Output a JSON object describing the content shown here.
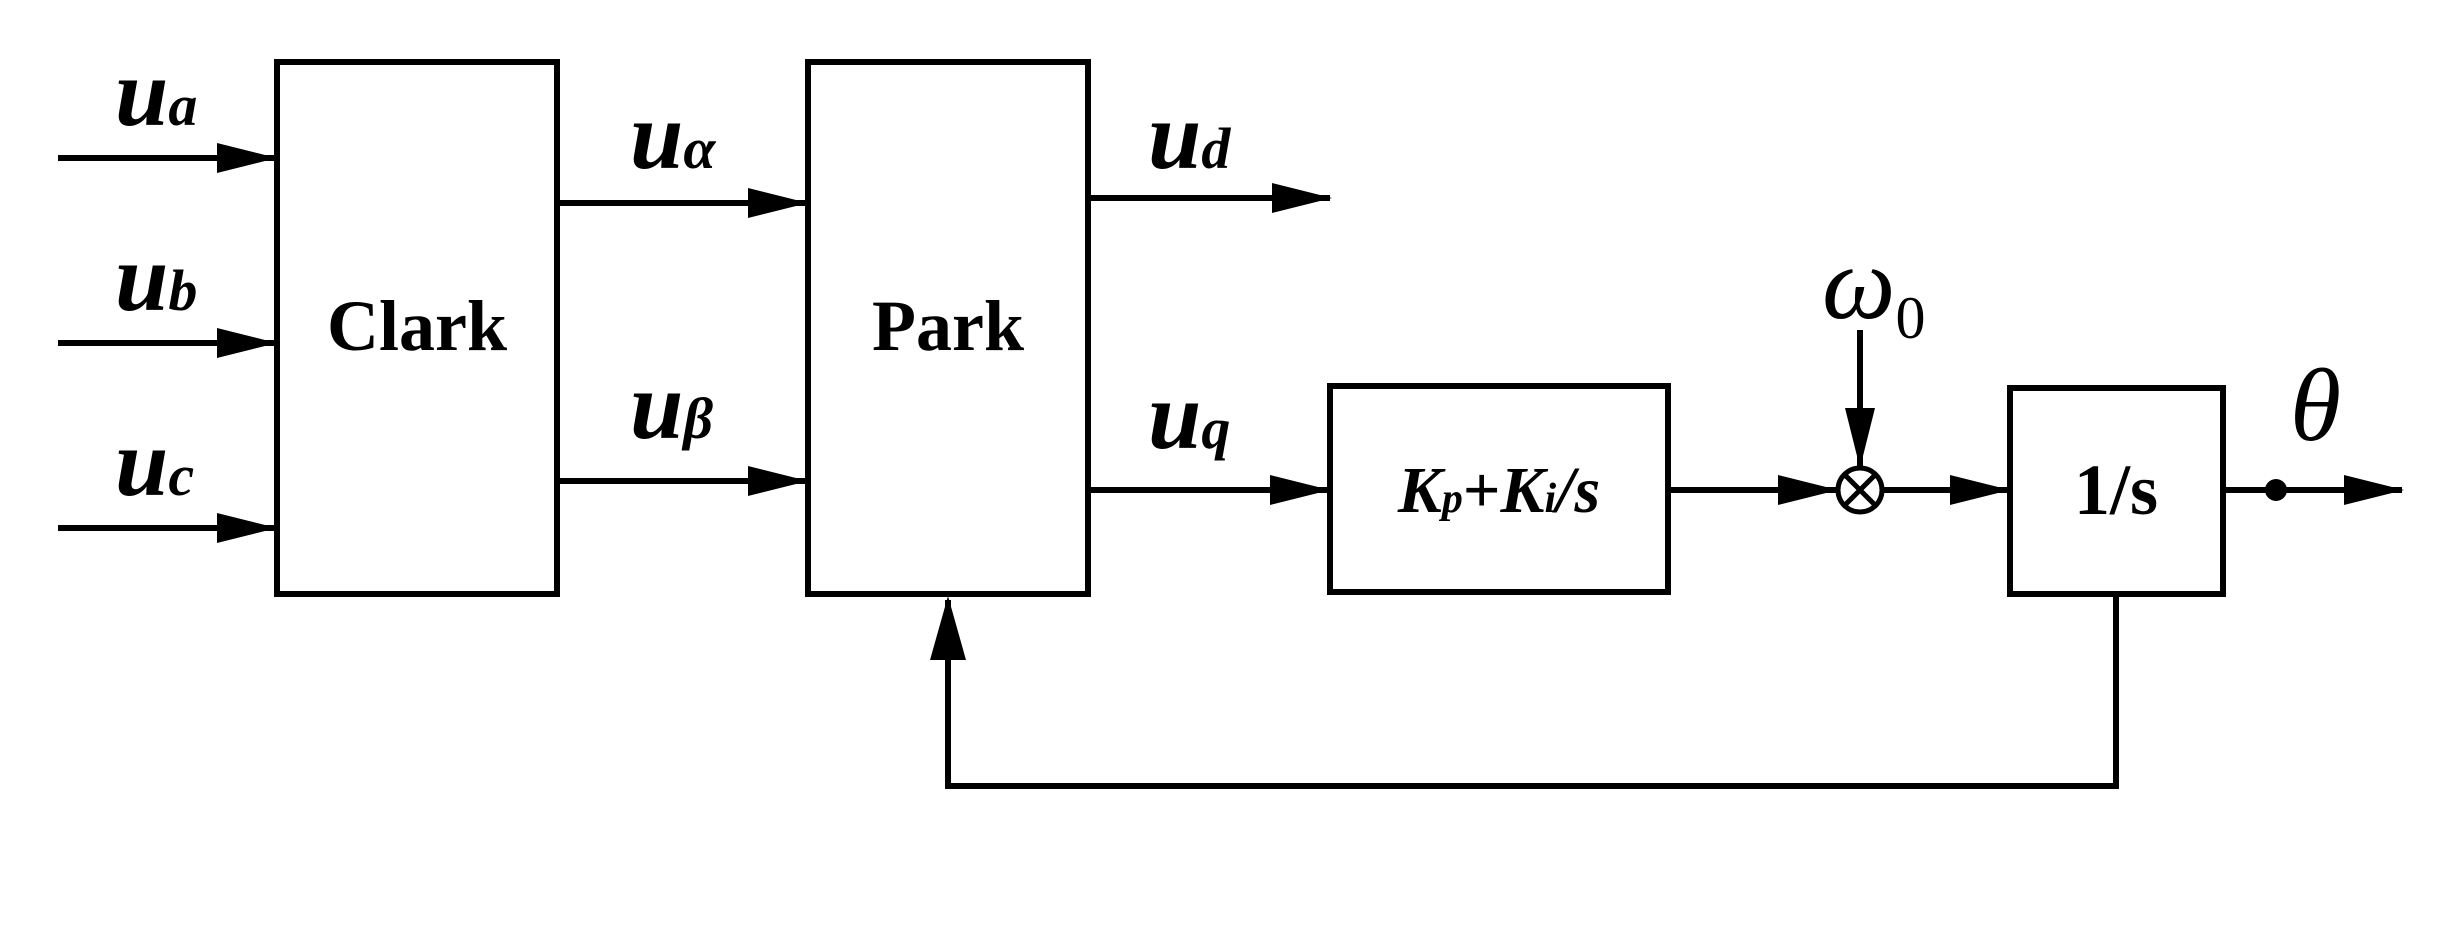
{
  "blocks": {
    "clark": "Clark",
    "park": "Park",
    "pi": {
      "kp": "K",
      "kp_sub": "p",
      "plus": "+",
      "ki": "K",
      "ki_sub": "i",
      "div": "/s"
    },
    "integrator": "1/s"
  },
  "signals": {
    "ua": {
      "main": "u",
      "sub": "a"
    },
    "ub": {
      "main": "u",
      "sub": "b"
    },
    "uc": {
      "main": "u",
      "sub": "c"
    },
    "ualpha": {
      "main": "u",
      "sub": "α"
    },
    "ubeta": {
      "main": "u",
      "sub": "β"
    },
    "ud": {
      "main": "u",
      "sub": "d"
    },
    "uq": {
      "main": "u",
      "sub": "q"
    },
    "omega": {
      "main": "ω",
      "sub": "0"
    },
    "theta": "θ"
  },
  "summing_junction_symbol": "⊗"
}
